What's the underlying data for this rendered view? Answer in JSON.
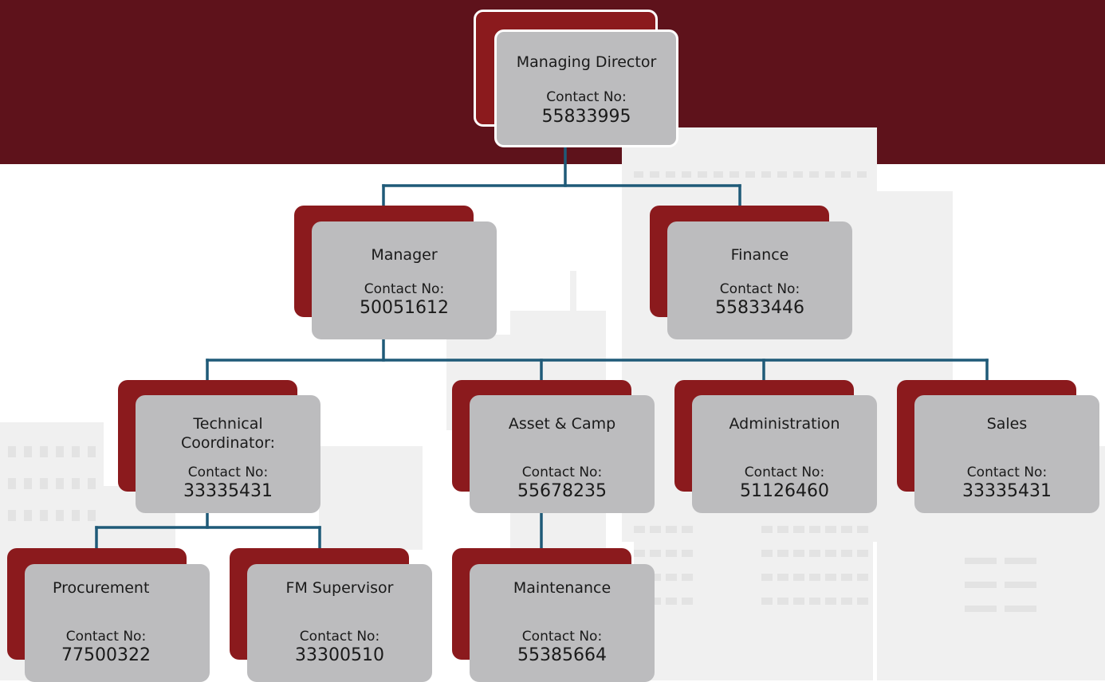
{
  "colors": {
    "banner": "#5e121b",
    "card_back": "#8b1a1d",
    "card_front": "#bcbcbe",
    "connector": "#1f5a78"
  },
  "nodes": {
    "managing_director": {
      "title": "Managing Director",
      "contact_label": "Contact No:",
      "contact_value": "55833995"
    },
    "manager": {
      "title": "Manager",
      "contact_label": "Contact No:",
      "contact_value": "50051612"
    },
    "finance": {
      "title": "Finance",
      "contact_label": "Contact No:",
      "contact_value": "55833446"
    },
    "technical_coordinator": {
      "title_line1": "Technical",
      "title_line2": "Coordinator:",
      "contact_label": "Contact No:",
      "contact_value": "33335431"
    },
    "asset_camp": {
      "title": "Asset & Camp",
      "contact_label": "Contact No:",
      "contact_value": "55678235"
    },
    "administration": {
      "title": "Administration",
      "contact_label": "Contact No:",
      "contact_value": "51126460"
    },
    "sales": {
      "title": "Sales",
      "contact_label": "Contact No:",
      "contact_value": "33335431"
    },
    "procurement": {
      "title": "Procurement",
      "contact_label": "Contact No:",
      "contact_value": "77500322"
    },
    "fm_supervisor": {
      "title": "FM Supervisor",
      "contact_label": "Contact No:",
      "contact_value": "33300510"
    },
    "maintenance": {
      "title": "Maintenance",
      "contact_label": "Contact No:",
      "contact_value": "55385664"
    }
  }
}
